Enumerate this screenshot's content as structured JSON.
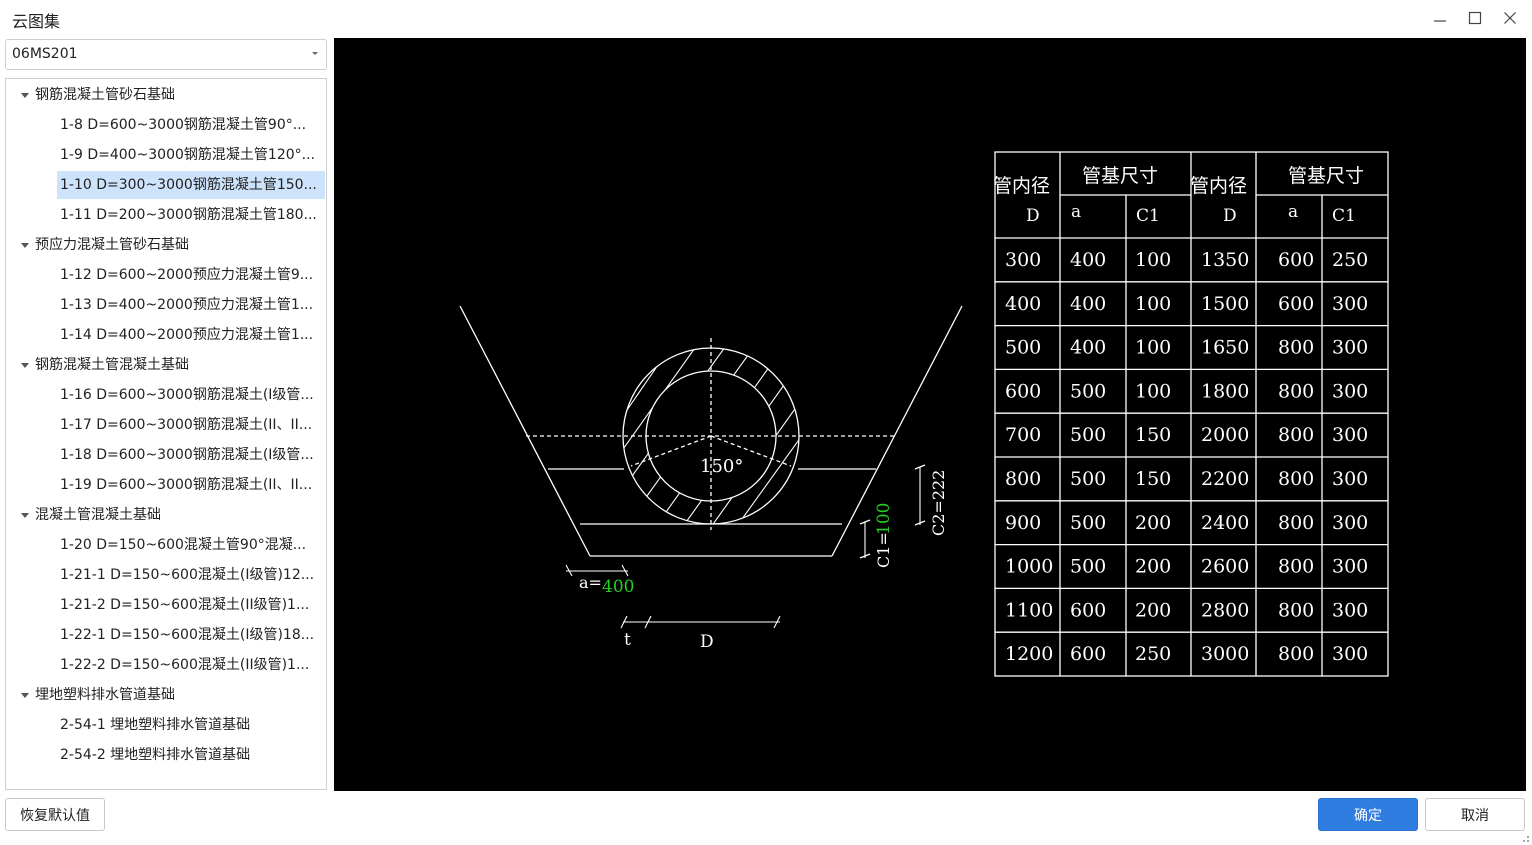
{
  "window": {
    "title": "云图集"
  },
  "atlas_select": {
    "value": "06MS201"
  },
  "tree": {
    "groups": [
      {
        "label": "钢筋混凝土管砂石基础",
        "items": [
          "1-8 D=600~3000钢筋混凝土管90°...",
          "1-9 D=400~3000钢筋混凝土管120°...",
          "1-10 D=300~3000钢筋混凝土管150...",
          "1-11 D=200~3000钢筋混凝土管180..."
        ]
      },
      {
        "label": "预应力混凝土管砂石基础",
        "items": [
          "1-12 D=600~2000预应力混凝土管9...",
          "1-13 D=400~2000预应力混凝土管1...",
          "1-14 D=400~2000预应力混凝土管1..."
        ]
      },
      {
        "label": "钢筋混凝土管混凝土基础",
        "items": [
          "1-16 D=600~3000钢筋混凝土(I级管...",
          "1-17 D=600~3000钢筋混凝土(II、II...",
          "1-18 D=600~3000钢筋混凝土(I级管...",
          "1-19 D=600~3000钢筋混凝土(II、II..."
        ]
      },
      {
        "label": "混凝土管混凝土基础",
        "items": [
          "1-20 D=150~600混凝土管90°混凝...",
          "1-21-1 D=150~600混凝土(I级管)12...",
          "1-21-2 D=150~600混凝土(II级管)1...",
          "1-22-1 D=150~600混凝土(I级管)18...",
          "1-22-2 D=150~600混凝土(II级管)1..."
        ]
      },
      {
        "label": "埋地塑料排水管道基础",
        "items": [
          "2-54-1 埋地塑料排水管道基础",
          "2-54-2 埋地塑料排水管道基础"
        ]
      }
    ],
    "selected": "1-10 D=300~3000钢筋混凝土管150..."
  },
  "drawing": {
    "angle_label": "150°",
    "a_prefix": "a=",
    "a_value": "400",
    "c1_prefix": "C1=",
    "c1_value": "100",
    "c2_label": "C2=222",
    "t_label": "t",
    "d_label": "D",
    "table": {
      "header_pipe_dia": "管内径",
      "header_base_size": "管基尺寸",
      "sub_D": "D",
      "sub_a": "a",
      "sub_C1": "C1",
      "rows": [
        [
          "300",
          "400",
          "100",
          "1350",
          "600",
          "250"
        ],
        [
          "400",
          "400",
          "100",
          "1500",
          "600",
          "300"
        ],
        [
          "500",
          "400",
          "100",
          "1650",
          "800",
          "300"
        ],
        [
          "600",
          "500",
          "100",
          "1800",
          "800",
          "300"
        ],
        [
          "700",
          "500",
          "150",
          "2000",
          "800",
          "300"
        ],
        [
          "800",
          "500",
          "150",
          "2200",
          "800",
          "300"
        ],
        [
          "900",
          "500",
          "200",
          "2400",
          "800",
          "300"
        ],
        [
          "1000",
          "500",
          "200",
          "2600",
          "800",
          "300"
        ],
        [
          "1100",
          "600",
          "200",
          "2800",
          "800",
          "300"
        ],
        [
          "1200",
          "600",
          "250",
          "3000",
          "800",
          "300"
        ]
      ]
    }
  },
  "buttons": {
    "reset": "恢复默认值",
    "ok": "确定",
    "cancel": "取消"
  },
  "colors": {
    "accent": "#2f7de1",
    "selection": "#cde3fb",
    "canvas_bg": "#000000",
    "dimension_value": "#22d11f"
  }
}
